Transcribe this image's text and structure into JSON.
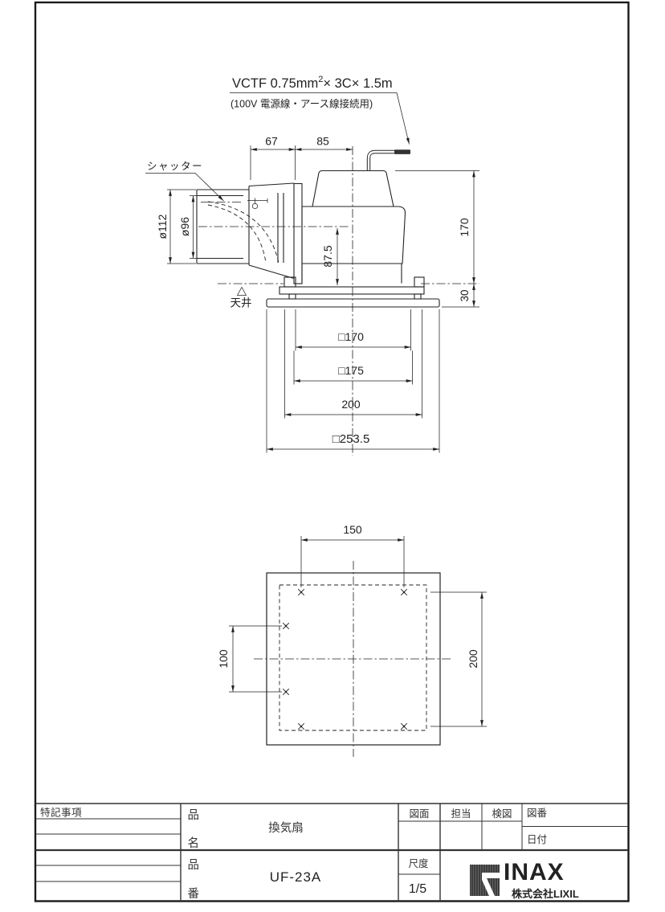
{
  "annotation": {
    "cable_spec": {
      "part1": "VCTF 0.75mm",
      "sup": "2",
      "part2": "× 3C× 1.5m",
      "line2": "(100V 電源線・アース線接続用)"
    },
    "shutter": "シャッター",
    "ceiling": "天井"
  },
  "side_view": {
    "dim_67": "67",
    "dim_85": "85",
    "dim_dia112": "ø112",
    "dim_dia96": "ø96",
    "dim_87_5": "87.5",
    "dim_170": "170",
    "dim_30": "30",
    "dim_sq170": "□170",
    "dim_sq175": "□175",
    "dim_200": "200",
    "dim_sq253": "□253.5"
  },
  "plan_view": {
    "dim_150": "150",
    "dim_100": "100",
    "dim_200": "200"
  },
  "title_block": {
    "notes_label": "特記事項",
    "name_label_1": "品",
    "name_label_2": "名",
    "name_value": "換気扇",
    "no_label_1": "品",
    "no_label_2": "番",
    "no_value": "UF-23A",
    "zumen_label": "図面",
    "tanto_label": "担当",
    "kenzu_label": "検図",
    "zuban_label": "図番",
    "date_label": "日付",
    "scale_label": "尺度",
    "scale_value": "1/5",
    "brand": "INAX",
    "company": "株式会社LIXIL"
  },
  "colors": {
    "line": "#222222",
    "background": "#ffffff",
    "logo": "#3d3d3d"
  }
}
